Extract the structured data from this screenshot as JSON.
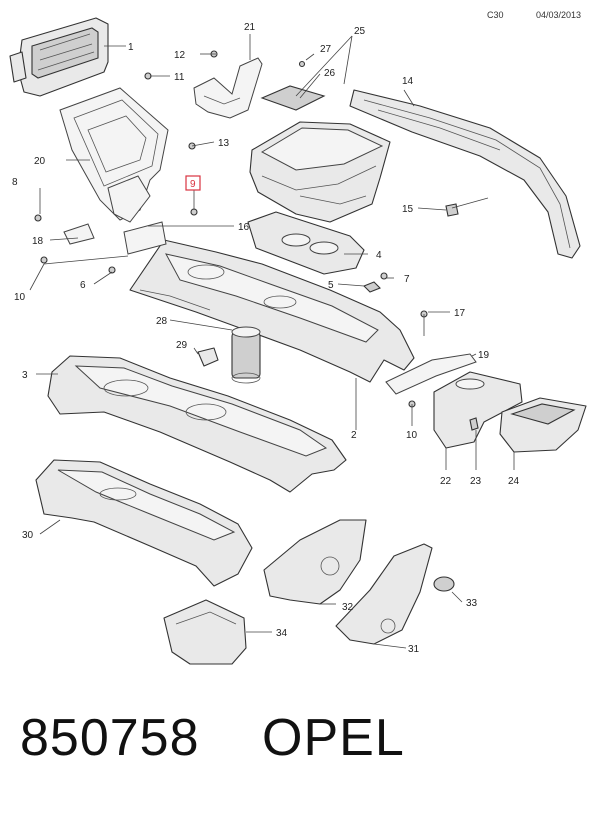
{
  "header": {
    "page_code": "C30",
    "date": "04/03/2013"
  },
  "highlighted_part": "9",
  "callouts": [
    "1",
    "2",
    "3",
    "4",
    "5",
    "6",
    "7",
    "8",
    "9",
    "10",
    "10",
    "11",
    "12",
    "13",
    "14",
    "15",
    "16",
    "17",
    "18",
    "19",
    "20",
    "21",
    "22",
    "23",
    "24",
    "25",
    "26",
    "27",
    "28",
    "29",
    "30",
    "31",
    "32",
    "33",
    "34"
  ],
  "footer": {
    "part_number": "850758",
    "brand": "OPEL"
  },
  "colors": {
    "highlight": "#d9333f",
    "line": "#333333"
  }
}
